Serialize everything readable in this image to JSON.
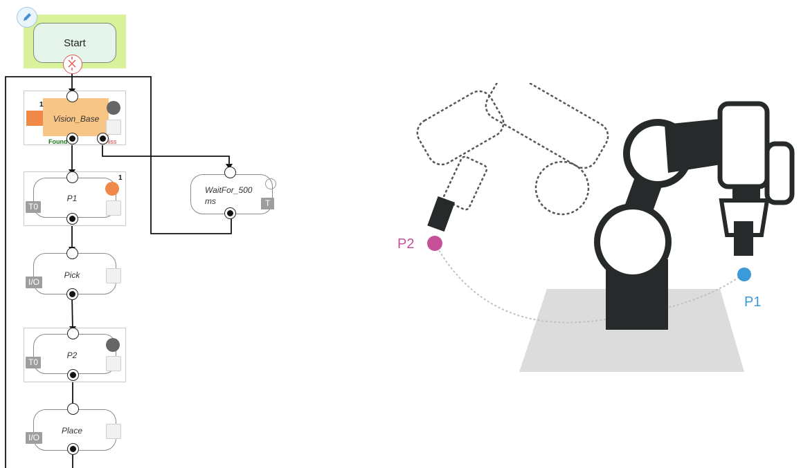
{
  "flow": {
    "start": {
      "label": "Start"
    },
    "nodes": [
      {
        "id": "vision",
        "label": "Vision_Base",
        "badge": "1",
        "ports": {
          "found": "Found",
          "miss": "Miss"
        }
      },
      {
        "id": "p1",
        "label": "P1",
        "tag": "T0",
        "badge": "1"
      },
      {
        "id": "pick",
        "label": "Pick",
        "tag": "I/O"
      },
      {
        "id": "p2",
        "label": "P2",
        "tag": "T0"
      },
      {
        "id": "place",
        "label": "Place",
        "tag": "I/O"
      },
      {
        "id": "wait",
        "label_line1": "WaitFor_500",
        "label_line2": "ms",
        "tag": "T"
      }
    ]
  },
  "illustration": {
    "point_p1": {
      "label": "P1",
      "color": "#3b9ad9"
    },
    "point_p2": {
      "label": "P2",
      "color": "#c8509a"
    },
    "robot_color": "#262a2b"
  }
}
